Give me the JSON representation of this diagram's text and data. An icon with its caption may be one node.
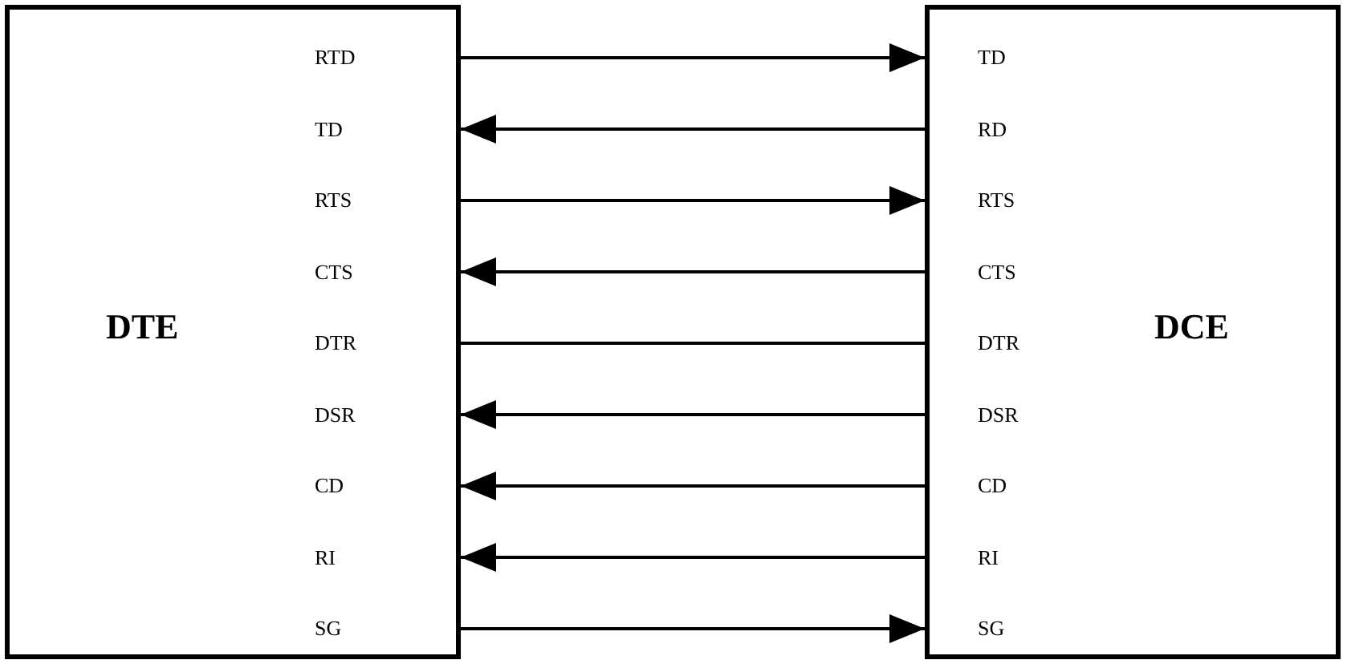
{
  "diagram": {
    "nodes": [
      {
        "text": [
          "DTE"
        ]
      },
      {
        "text": [
          "RTD"
        ],
        "in": 0
      },
      {
        "text": [
          "TD"
        ],
        "in": 0
      },
      {
        "text": [
          "RTS"
        ],
        "in": 0
      },
      {
        "text": [
          "CTS"
        ],
        "in": 0
      },
      {
        "text": [
          "DTR"
        ],
        "in": 0
      },
      {
        "text": [
          "DSR"
        ],
        "in": 0
      },
      {
        "text": [
          "CD"
        ],
        "in": 0
      },
      {
        "text": [
          "RI"
        ],
        "in": 0
      },
      {
        "text": [
          "SG"
        ],
        "in": 0
      },
      {
        "text": [
          "DCE"
        ]
      },
      {
        "text": [
          "TD"
        ],
        "in": 10
      },
      {
        "text": [
          "RD"
        ],
        "in": 10
      },
      {
        "text": [
          "RTS"
        ],
        "in": 10
      },
      {
        "text": [
          "CTS"
        ],
        "in": 10
      },
      {
        "text": [
          "DTR"
        ],
        "in": 10
      },
      {
        "text": [
          "DSR"
        ],
        "in": 10
      },
      {
        "text": [
          "CD"
        ],
        "in": 10
      },
      {
        "text": [
          "RI"
        ],
        "in": 10
      },
      {
        "text": [
          "SG"
        ],
        "in": 10
      }
    ],
    "edges": [
      {
        "from": 1,
        "to": 11,
        "arrow": "to"
      },
      {
        "from": 12,
        "to": 2,
        "arrow": "to"
      },
      {
        "from": 3,
        "to": 13,
        "arrow": "to"
      },
      {
        "from": 14,
        "to": 4,
        "arrow": "to"
      },
      {
        "from": 5,
        "to": 15,
        "arrow": "none"
      },
      {
        "from": 16,
        "to": 6,
        "arrow": "to"
      },
      {
        "from": 17,
        "to": 7,
        "arrow": "to"
      },
      {
        "from": 18,
        "to": 8,
        "arrow": "to"
      },
      {
        "from": 9,
        "to": 19,
        "arrow": "to"
      }
    ]
  }
}
